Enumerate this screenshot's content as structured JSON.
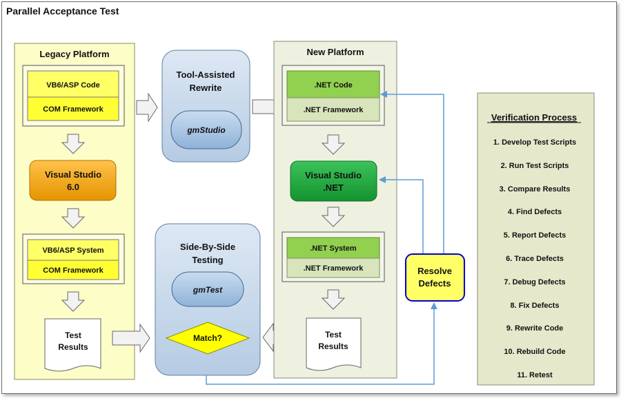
{
  "title": "Parallel Acceptance Test",
  "legacy": {
    "heading": "Legacy Platform",
    "code": "VB6/ASP Code",
    "framework1": "COM Framework",
    "ide": [
      "Visual Studio",
      "6.0"
    ],
    "system": "VB6/ASP System",
    "framework2": "COM Framework",
    "results": [
      "Test",
      "Results"
    ]
  },
  "rewrite": {
    "heading": [
      "Tool-Assisted",
      "Rewrite"
    ],
    "tool": "gmStudio"
  },
  "testing": {
    "heading": [
      "Side-By-Side",
      "Testing"
    ],
    "tool": "gmTest",
    "match": "Match?"
  },
  "new": {
    "heading": "New Platform",
    "code": ".NET Code",
    "framework1": ".NET Framework",
    "ide": [
      "Visual Studio",
      ".NET"
    ],
    "system": ".NET System",
    "framework2": ".NET Framework",
    "results": [
      "Test",
      "Results"
    ]
  },
  "resolve": [
    "Resolve",
    "Defects"
  ],
  "verification": {
    "heading": "Verification Process",
    "steps": [
      "1.  Develop Test Scripts",
      "2. Run Test Scripts",
      "3. Compare Results",
      "4. Find Defects",
      "5. Report Defects",
      "6. Trace Defects",
      "7. Debug Defects",
      "8. Fix Defects",
      "9. Rewrite Code",
      "10.  Rebuild Code",
      "11. Retest"
    ]
  },
  "colors": {
    "legacy_bg": "#fdfdc8",
    "legacy_box": "#ffff66",
    "vs6": "#f0a000",
    "new_bg": "#eef0e0",
    "net_code": "#92d050",
    "net_framework": "#d8e4bc",
    "vsnet": "#1ea23c",
    "rounded_box": "#c6d8ec",
    "match": "#ffff00",
    "connector": "#5b9bd5",
    "verification_bg": "#e6e8cc"
  }
}
